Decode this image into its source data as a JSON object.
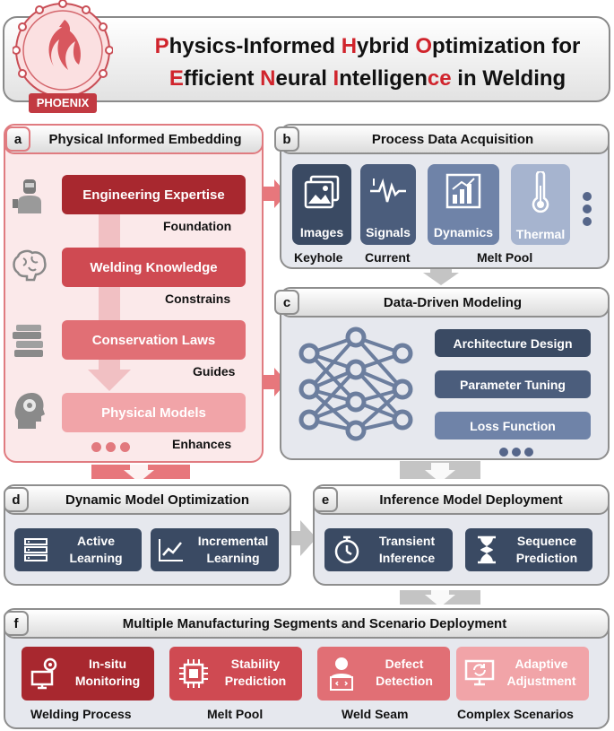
{
  "logo": {
    "text": "PHOENIX"
  },
  "title": {
    "line1": [
      {
        "t": "P",
        "red": true
      },
      {
        "t": "hysics-Informed ",
        "red": false
      },
      {
        "t": "H",
        "red": true
      },
      {
        "t": "ybrid ",
        "red": false
      },
      {
        "t": "O",
        "red": true
      },
      {
        "t": "ptimization for",
        "red": false
      }
    ],
    "line2": [
      {
        "t": "E",
        "red": true
      },
      {
        "t": "fficient ",
        "red": false
      },
      {
        "t": "N",
        "red": true
      },
      {
        "t": "eural ",
        "red": false
      },
      {
        "t": "I",
        "red": true
      },
      {
        "t": "ntelli",
        "red": false
      },
      {
        "t": "g",
        "red": false
      },
      {
        "t": "en",
        "red": false
      },
      {
        "t": "c",
        "red": true
      },
      {
        "t": "e",
        "red": true
      },
      {
        "t": " in Welding",
        "red": false
      }
    ]
  },
  "panel_a": {
    "label": "a",
    "title": "Physical Informed Embedding",
    "items": [
      {
        "name": "Engineering Expertise",
        "role": "Foundation",
        "icon": "welder-icon",
        "color": "#a8282f"
      },
      {
        "name": "Welding Knowledge",
        "role": "Constrains",
        "icon": "brain-icon",
        "color": "#cf4a52"
      },
      {
        "name": "Conservation Laws",
        "role": "Guides",
        "icon": "books-icon",
        "color": "#e16f75"
      },
      {
        "name": "Physical Models",
        "role": "Enhances",
        "icon": "head-gear-icon",
        "color": "#f1a4a8"
      }
    ]
  },
  "panel_b": {
    "label": "b",
    "title": "Process Data Acquisition",
    "tiles": [
      {
        "name": "Images",
        "icon": "images-icon",
        "color": "#3a4a63"
      },
      {
        "name": "Signals",
        "icon": "signal-icon",
        "color": "#4b5d7c"
      },
      {
        "name": "Dynamics",
        "icon": "dynamics-chart-icon",
        "color": "#6f83a8"
      },
      {
        "name": "Thermal",
        "icon": "thermometer-icon",
        "color": "#a6b4cf"
      }
    ],
    "sources": [
      "Keyhole",
      "Current",
      "Melt Pool"
    ]
  },
  "panel_c": {
    "label": "c",
    "title": "Data-Driven Modeling",
    "items": [
      "Architecture Design",
      "Parameter Tuning",
      "Loss Function"
    ]
  },
  "panel_d": {
    "label": "d",
    "title": "Dynamic Model Optimization",
    "items": [
      {
        "l1": "Active",
        "l2": "Learning",
        "icon": "server-icon"
      },
      {
        "l1": "Incremental",
        "l2": "Learning",
        "icon": "growth-chart-icon"
      }
    ]
  },
  "panel_e": {
    "label": "e",
    "title": "Inference Model Deployment",
    "items": [
      {
        "l1": "Transient",
        "l2": "Inference",
        "icon": "stopwatch-icon"
      },
      {
        "l1": "Sequence",
        "l2": "Prediction",
        "icon": "hourglass-icon"
      }
    ]
  },
  "panel_f": {
    "label": "f",
    "title": "Multiple Manufacturing Segments and Scenario Deployment",
    "items": [
      {
        "l1": "In-situ",
        "l2": "Monitoring",
        "caption": "Welding Process",
        "icon": "monitor-camera-icon",
        "color": "#a8282f"
      },
      {
        "l1": "Stability",
        "l2": "Prediction",
        "caption": "Melt Pool",
        "icon": "chip-icon",
        "color": "#cf4a52"
      },
      {
        "l1": "Defect",
        "l2": "Detection",
        "caption": "Weld Seam",
        "icon": "engineer-laptop-icon",
        "color": "#e16f75"
      },
      {
        "l1": "Adaptive",
        "l2": "Adjustment",
        "caption": "Complex Scenarios",
        "icon": "refresh-screen-icon",
        "color": "#f1a4a8"
      }
    ]
  }
}
